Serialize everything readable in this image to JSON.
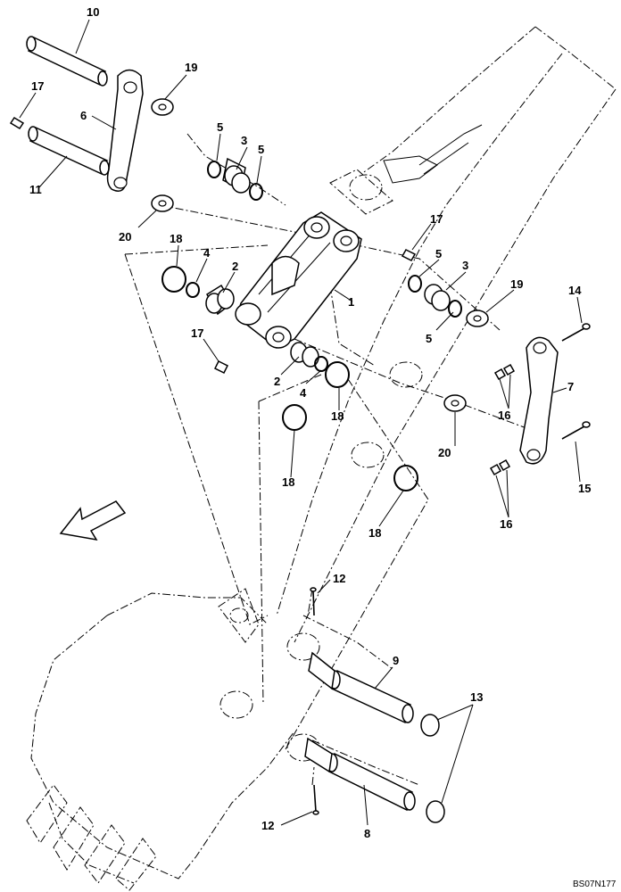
{
  "diagram": {
    "drawing_ref": "BS07N177",
    "callouts": [
      {
        "id": "c10a",
        "text": "10"
      },
      {
        "id": "c17a",
        "text": "17"
      },
      {
        "id": "c6",
        "text": "6"
      },
      {
        "id": "c11",
        "text": "11"
      },
      {
        "id": "c19a",
        "text": "19"
      },
      {
        "id": "c5a",
        "text": "5"
      },
      {
        "id": "c3a",
        "text": "3"
      },
      {
        "id": "c5b",
        "text": "5"
      },
      {
        "id": "c20a",
        "text": "20"
      },
      {
        "id": "c18a",
        "text": "18"
      },
      {
        "id": "c4a",
        "text": "4"
      },
      {
        "id": "c2a",
        "text": "2"
      },
      {
        "id": "c17b",
        "text": "17"
      },
      {
        "id": "c5c",
        "text": "5"
      },
      {
        "id": "c3b",
        "text": "3"
      },
      {
        "id": "c1",
        "text": "1"
      },
      {
        "id": "c19b",
        "text": "19"
      },
      {
        "id": "c5d",
        "text": "5"
      },
      {
        "id": "c14",
        "text": "14"
      },
      {
        "id": "c17c",
        "text": "17"
      },
      {
        "id": "c2b",
        "text": "2"
      },
      {
        "id": "c4b",
        "text": "4"
      },
      {
        "id": "c18b",
        "text": "18"
      },
      {
        "id": "c7",
        "text": "7"
      },
      {
        "id": "c16a",
        "text": "16"
      },
      {
        "id": "c18c",
        "text": "18"
      },
      {
        "id": "c20b",
        "text": "20"
      },
      {
        "id": "c15",
        "text": "15"
      },
      {
        "id": "c16b",
        "text": "16"
      },
      {
        "id": "c18d",
        "text": "18"
      },
      {
        "id": "c12a",
        "text": "12"
      },
      {
        "id": "c9",
        "text": "9"
      },
      {
        "id": "c13",
        "text": "13"
      },
      {
        "id": "c12b",
        "text": "12"
      },
      {
        "id": "c8",
        "text": "8"
      }
    ]
  }
}
